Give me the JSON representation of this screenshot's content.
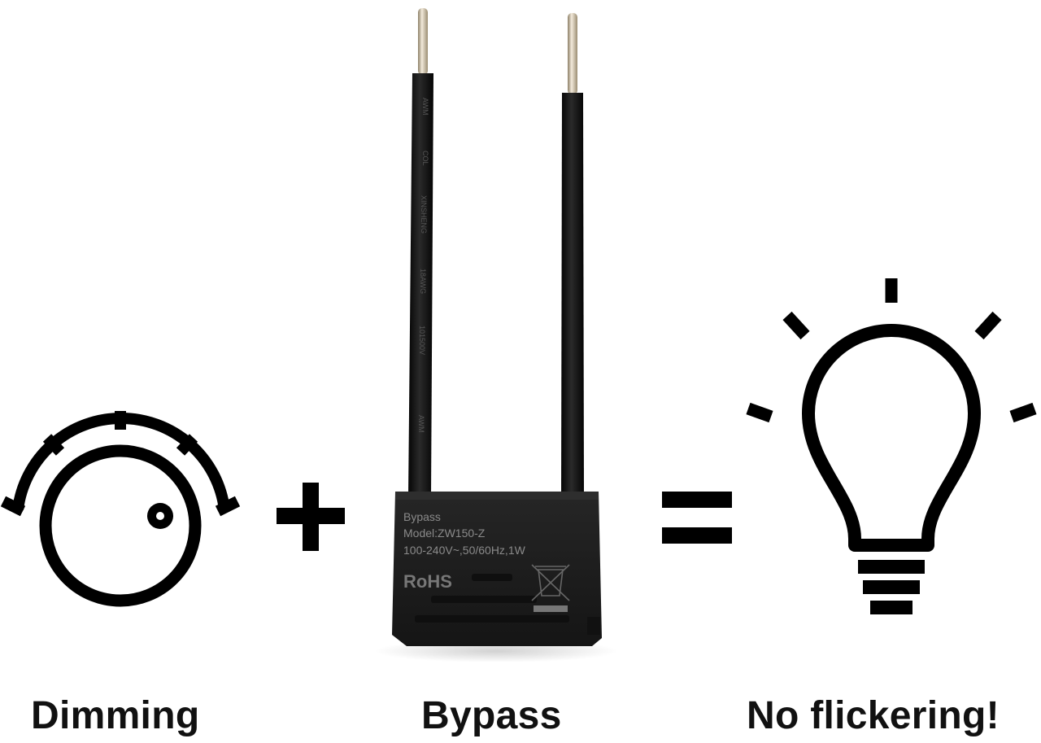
{
  "captions": {
    "dimming": "Dimming",
    "bypass": "Bypass",
    "no_flickering": "No flickering!"
  },
  "device": {
    "label_line1": "Bypass",
    "label_line2": "Model:ZW150-Z",
    "label_line3": "100-240V~,50/60Hz,1W",
    "rohs": "RoHS",
    "wire_print_1": "AWM",
    "wire_print_2": "COL",
    "wire_print_3": "XINSHENG",
    "wire_print_4": "18AWG",
    "wire_print_5": "101500V",
    "wire_print_6": "AWM"
  },
  "icons": {
    "left": "dimmer-knob-icon",
    "plus": "plus-icon",
    "equals": "equals-icon",
    "right": "light-bulb-icon",
    "weee": "crossed-out-bin-icon"
  },
  "colors": {
    "icon": "#000000",
    "device_body": "#1c1c1c",
    "device_text": "#8a8a8a",
    "caption": "#111111"
  }
}
